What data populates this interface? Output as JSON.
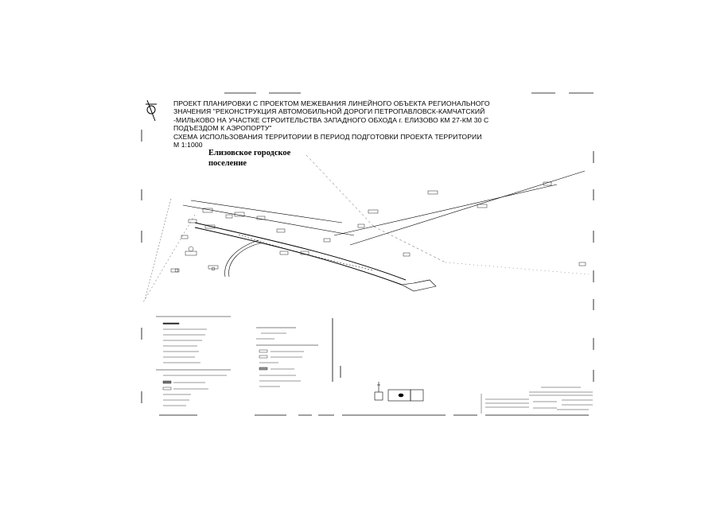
{
  "title": {
    "lines": [
      "ПРОЕКТ ПЛАНИРОВКИ С ПРОЕКТОМ МЕЖЕВАНИЯ ЛИНЕЙНОГО ОБЪЕКТА РЕГИОНАЛЬНОГО",
      "ЗНАЧЕНИЯ \"РЕКОНСТРУКЦИЯ АВТОМОБИЛЬНОЙ ДОРОГИ ПЕТРОПАВЛОВСК-КАМЧАТСКИЙ",
      "-МИЛЬКОВО НА УЧАСТКЕ СТРОИТЕЛЬСТВА ЗАПАДНОГО ОБХОДА  г. ЕЛИЗОВО КМ 27-КМ 30 С",
      "ПОДЪЕЗДОМ К АЭРОПОРТУ\"",
      "СХЕМА ИСПОЛЬЗОВАНИЯ ТЕРРИТОРИИ В ПЕРИОД ПОДГОТОВКИ ПРОЕКТА ТЕРРИТОРИИ",
      " М 1:1000"
    ]
  },
  "region_label": {
    "lines": [
      "Елизовское городское",
      "поселение"
    ]
  },
  "legend": {
    "left_block": [
      "",
      "",
      "",
      "",
      "",
      "",
      "",
      "",
      "",
      "",
      "",
      "",
      "",
      "",
      "",
      ""
    ],
    "right_block": [
      "",
      "",
      "",
      "",
      "",
      "",
      "",
      "",
      "",
      "",
      "",
      ""
    ]
  },
  "stamp": {
    "rows": [
      "",
      "",
      "",
      ""
    ]
  }
}
